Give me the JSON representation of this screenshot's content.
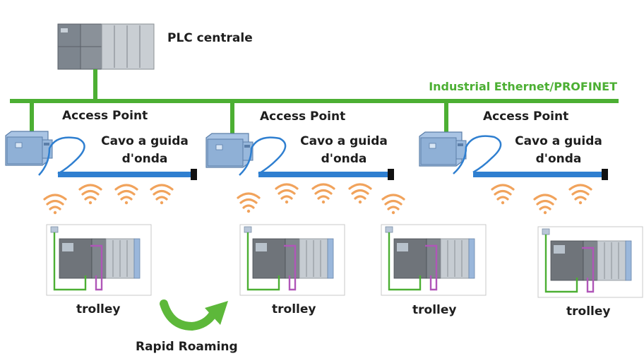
{
  "plc": {
    "label": "PLC centrale"
  },
  "network": {
    "label": "Industrial Ethernet/PROFINET",
    "color": "#4caf33"
  },
  "access_points": [
    {
      "label": "Access Point",
      "cable_label": "Cavo a guida\nd'onda"
    },
    {
      "label": "Access Point",
      "cable_label": "Cavo a guida\nd'onda"
    },
    {
      "label": "Access Point",
      "cable_label": "Cavo a guida\nd'onda"
    }
  ],
  "trolleys": [
    {
      "label": "trolley"
    },
    {
      "label": "trolley"
    },
    {
      "label": "trolley"
    },
    {
      "label": "trolley"
    }
  ],
  "roaming": {
    "label": "Rapid Roaming",
    "arrow_color": "#5db83a"
  },
  "colors": {
    "device_blue": "#8fb0d6",
    "cable_blue": "#2f7fd0",
    "wave_orange": "#f1a35c",
    "trolley_wire_green": "#4caf33",
    "trolley_wire_purple": "#b056b8"
  },
  "icons": [
    "plc-rack-icon",
    "access-point-icon",
    "waveguide-cable-icon",
    "radio-wave-icon",
    "trolley-plc-icon",
    "curved-arrow-icon"
  ]
}
